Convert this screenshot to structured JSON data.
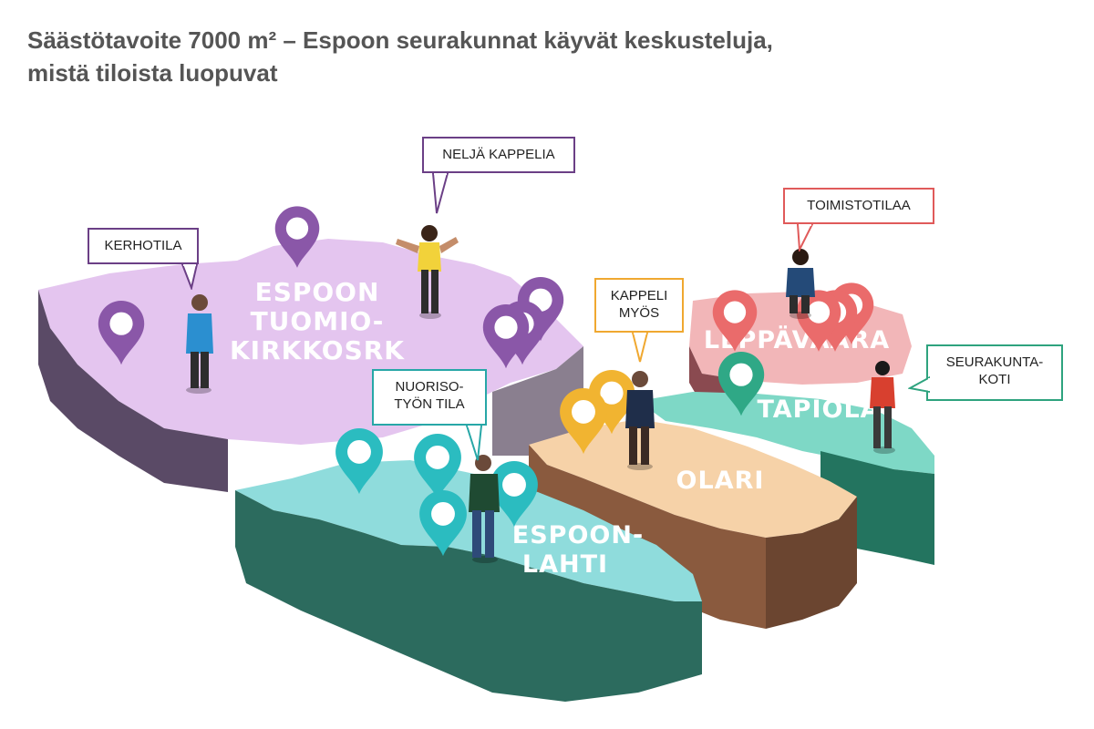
{
  "title": {
    "line1": "Säästötavoite 7000 m² – Espoon seurakunnat käyvät keskusteluja,",
    "line2": "mistä tiloista luopuvat"
  },
  "regions": [
    {
      "id": "espoon-tuomiokirkkosrk",
      "lines": [
        "ESPOON",
        "TUOMIO-",
        "KIRKKOSRK"
      ],
      "color": "#e4c5ef"
    },
    {
      "id": "leppavaara",
      "lines": [
        "LEPPÄVAARA"
      ],
      "color": "#f2b6b8"
    },
    {
      "id": "tapiola",
      "lines": [
        "TAPIOLA"
      ],
      "color": "#7ed8c6"
    },
    {
      "id": "olari",
      "lines": [
        "OLARI"
      ],
      "color": "#f6d2a8"
    },
    {
      "id": "espoonlahti",
      "lines": [
        "ESPOON-",
        "LAHTI"
      ],
      "color": "#8fdcdc"
    }
  ],
  "callouts": {
    "kerhotila": {
      "lines": [
        "KERHOTILA"
      ],
      "color": "#6b3f86"
    },
    "nelja_kappelia": {
      "lines": [
        "NELJÄ KAPPELIA"
      ],
      "color": "#6b3f86"
    },
    "toimistotilaa": {
      "lines": [
        "TOIMISTOTILAA"
      ],
      "color": "#e05a5a"
    },
    "kappeli_myos": {
      "lines": [
        "KAPPELI",
        "MYÖS"
      ],
      "color": "#f0a830"
    },
    "seurakuntakoti": {
      "lines": [
        "SEURAKUNTA-",
        "KOTI"
      ],
      "color": "#2ea37e"
    },
    "nuorisotyon_tila": {
      "lines": [
        "NUORISO-",
        "TYÖN TILA"
      ],
      "color": "#27a7a7"
    }
  },
  "colors": {
    "purple_pin": "#8a57a8",
    "red_pin": "#ea6b6b",
    "green_pin": "#2fa886",
    "orange_pin": "#f1b431",
    "teal_pin": "#2bbcc0"
  },
  "icons": [
    "map-pin-icon",
    "person-figure"
  ]
}
